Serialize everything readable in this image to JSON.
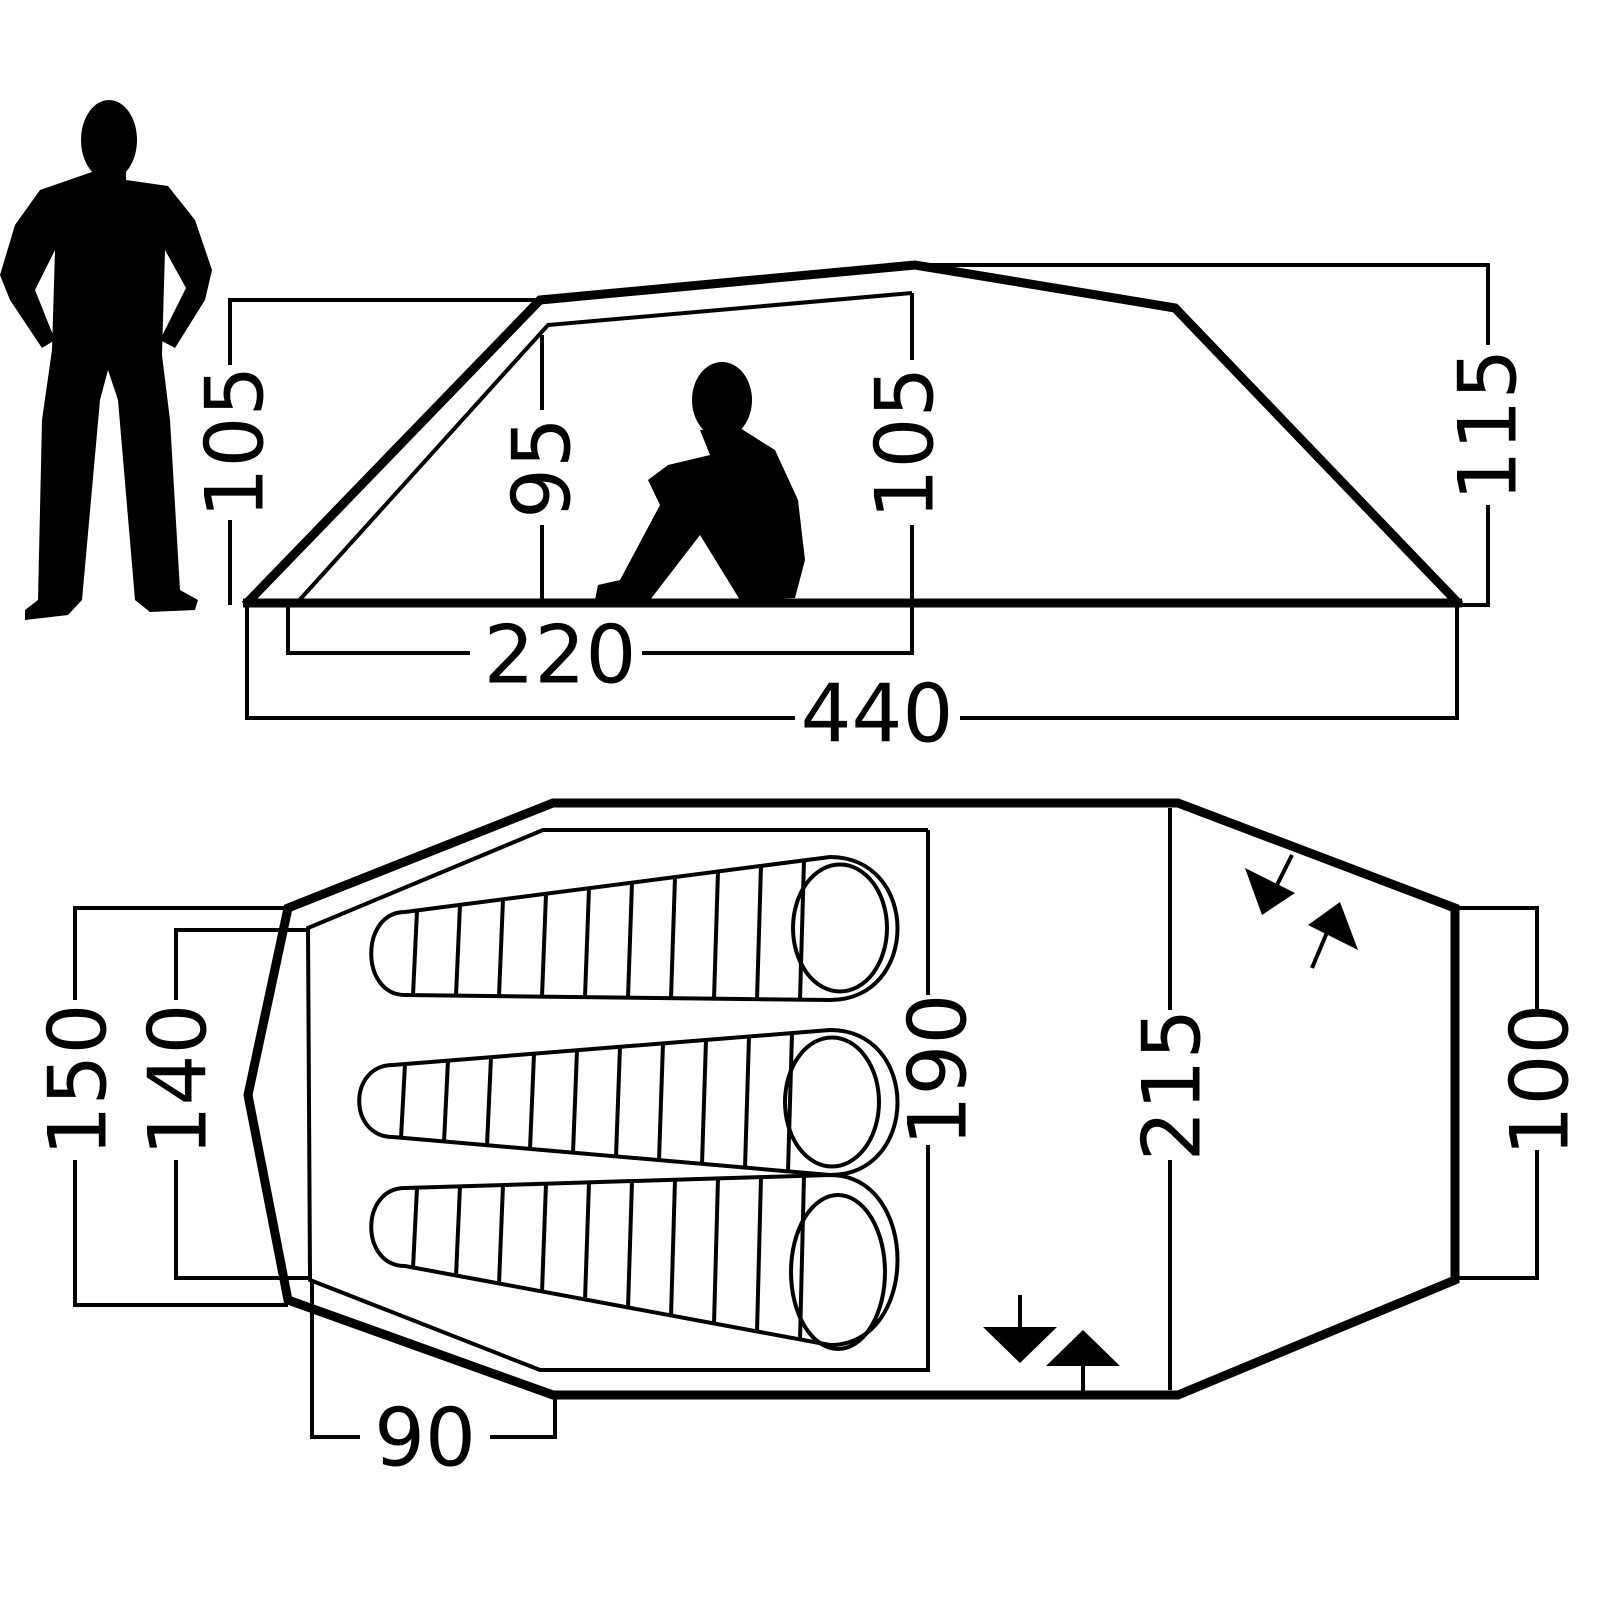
{
  "side_view": {
    "left_height": "105",
    "inner_height": "95",
    "center_height": "105",
    "right_height": "115",
    "inner_length": "220",
    "total_length": "440"
  },
  "floor_plan": {
    "outer_width": "150",
    "inner_width": "140",
    "bag_length": "190",
    "vestibule_width": "215",
    "rear_width": "100",
    "end_depth": "90"
  },
  "colors": {
    "ink": "#000000",
    "background": "#ffffff"
  },
  "icons": [
    "standing-person-icon",
    "sitting-person-icon",
    "sleeping-bag-icon",
    "door-arrow-icon"
  ]
}
